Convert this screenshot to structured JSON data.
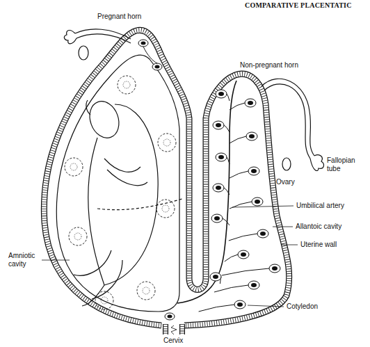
{
  "diagram": {
    "labels": [
      "COMPARATIVE PLACENTATIC",
      "Pregnant horn",
      "Non-pregnant horn",
      "Fallopian tube",
      "Ovary",
      "Umbilical artery",
      "Amniotic cavity",
      "Allantoic cavity",
      "Uterine wall",
      "Cotyledon",
      "Cervix"
    ]
  }
}
